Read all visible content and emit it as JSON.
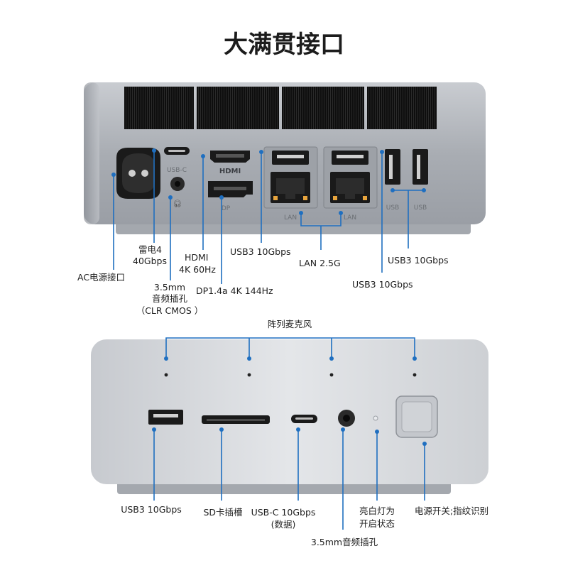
{
  "title": "大满贯接口",
  "colors": {
    "accent": "#1f6fc0",
    "chassis": "#b9bdc3",
    "vent": "#111111",
    "text": "#1e1e1e"
  },
  "rear": {
    "port_markings": {
      "usbc": "USB-C",
      "hdmi_logo": "HDMI",
      "dp": "DP",
      "lan1": "LAN",
      "lan2": "LAN",
      "usb1": "USB",
      "usb2": "USB"
    },
    "labels": {
      "ac": "AC电源接口",
      "tb_line1": "雷电4",
      "tb_line2": "40Gbps",
      "audio_line1": "3.5mm",
      "audio_line2": "音频插孔",
      "audio_line3": "（CLR CMOS ）",
      "hdmi_line1": "HDMI",
      "hdmi_line2": "4K 60Hz",
      "dp": "DP1.4a 4K 144Hz",
      "usb3_a": "USB3 10Gbps",
      "lan": "LAN 2.5G",
      "usb3_b": "USB3 10Gbps",
      "usb3_c": "USB3 10Gbps"
    }
  },
  "front": {
    "labels": {
      "mic": "阵列麦克风",
      "usb3": "USB3 10Gbps",
      "sd": "SD卡插槽",
      "usbc_line1": "USB-C 10Gbps",
      "usbc_line2": "(数据)",
      "audio": "3.5mm音频插孔",
      "led_line1": "亮白灯为",
      "led_line2": "开启状态",
      "power": "电源开关;指纹识别"
    }
  }
}
